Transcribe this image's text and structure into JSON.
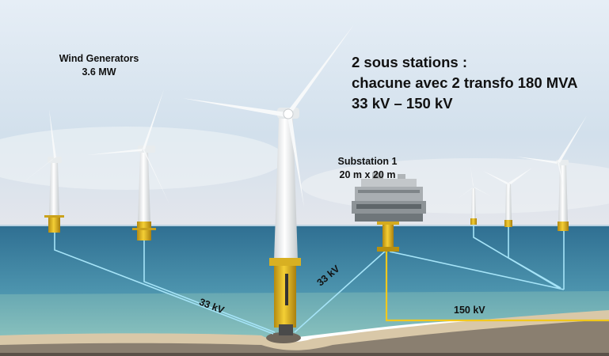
{
  "labels": {
    "generators_title": "Wind Generators",
    "generators_power": "3.6 MW",
    "headline_line1": "2 sous stations :",
    "headline_line2": "chacune avec 2 transfo 180 MVA",
    "headline_line3": "33 kV – 150 kV",
    "substation_title": "Substation 1",
    "substation_size": "20 m x 20 m"
  },
  "cables": {
    "left_voltage": "33 kV",
    "mid_voltage": "33 kV",
    "export_voltage": "150 kV"
  },
  "colors": {
    "sky_top": "#dfe9f4",
    "sea": "#3c84a4",
    "sea_shallow": "#74b0b8",
    "seabed": "#d9c8a8",
    "tower": "#f1f2f2",
    "foundation": "#e3b920",
    "array_cable": "#9fe0f6",
    "export_cable": "#f2c81c"
  }
}
